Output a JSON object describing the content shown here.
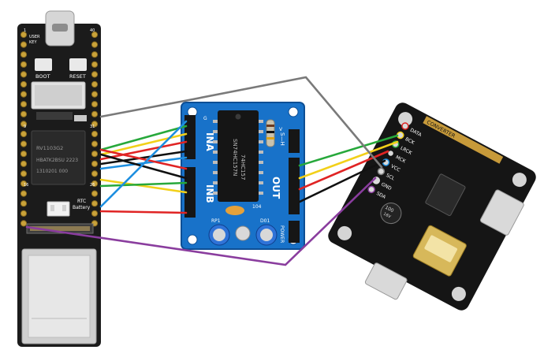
{
  "mainboard": {
    "label_user": "USER",
    "label_key": "KEY",
    "btn_boot": "BOOT",
    "btn_reset": "RESET",
    "chip_line1": "RV1103G2",
    "chip_line2": "HBATK2BSU 2223",
    "chip_line3": "1310201 000",
    "label_rtc": "RTC",
    "label_battery": "Battery",
    "pin_top_left": "1",
    "pin_top_right": "40",
    "pin_mid_left": "9",
    "pin_mid_right": "31",
    "pin_low_left": "16",
    "pin_low_right": "26"
  },
  "buffer_board": {
    "label_in_a": "INA",
    "label_in_b": "INB",
    "label_out": "OUT",
    "label_power": "POWER",
    "label_s_h": "S—H",
    "chip_line1": "SN74HC157N",
    "chip_line2": "74HC157",
    "label_rp1": "RP1",
    "label_d01": "D01",
    "label_104": "104",
    "label_g": "G",
    "label_v": "V"
  },
  "hdmi_module": {
    "pins": [
      "DATA",
      "BCK",
      "LRCK",
      "MCK",
      "VCC",
      "SCL",
      "GND",
      "SDA"
    ],
    "cap_line1": "100",
    "cap_line2": "16V",
    "label_brand": "CONVERTER"
  },
  "colors": {
    "board_dark": "#1b1b1b",
    "board_blue": "#1872c9",
    "board_blue_edge": "#0d4f95",
    "wire_red": "#e02424",
    "wire_black": "#111111",
    "wire_green": "#27a83b",
    "wire_yellow": "#f2d019",
    "wire_blue": "#1e8fe0",
    "wire_gray": "#7a7a7a",
    "wire_purple": "#8a3d9e"
  }
}
